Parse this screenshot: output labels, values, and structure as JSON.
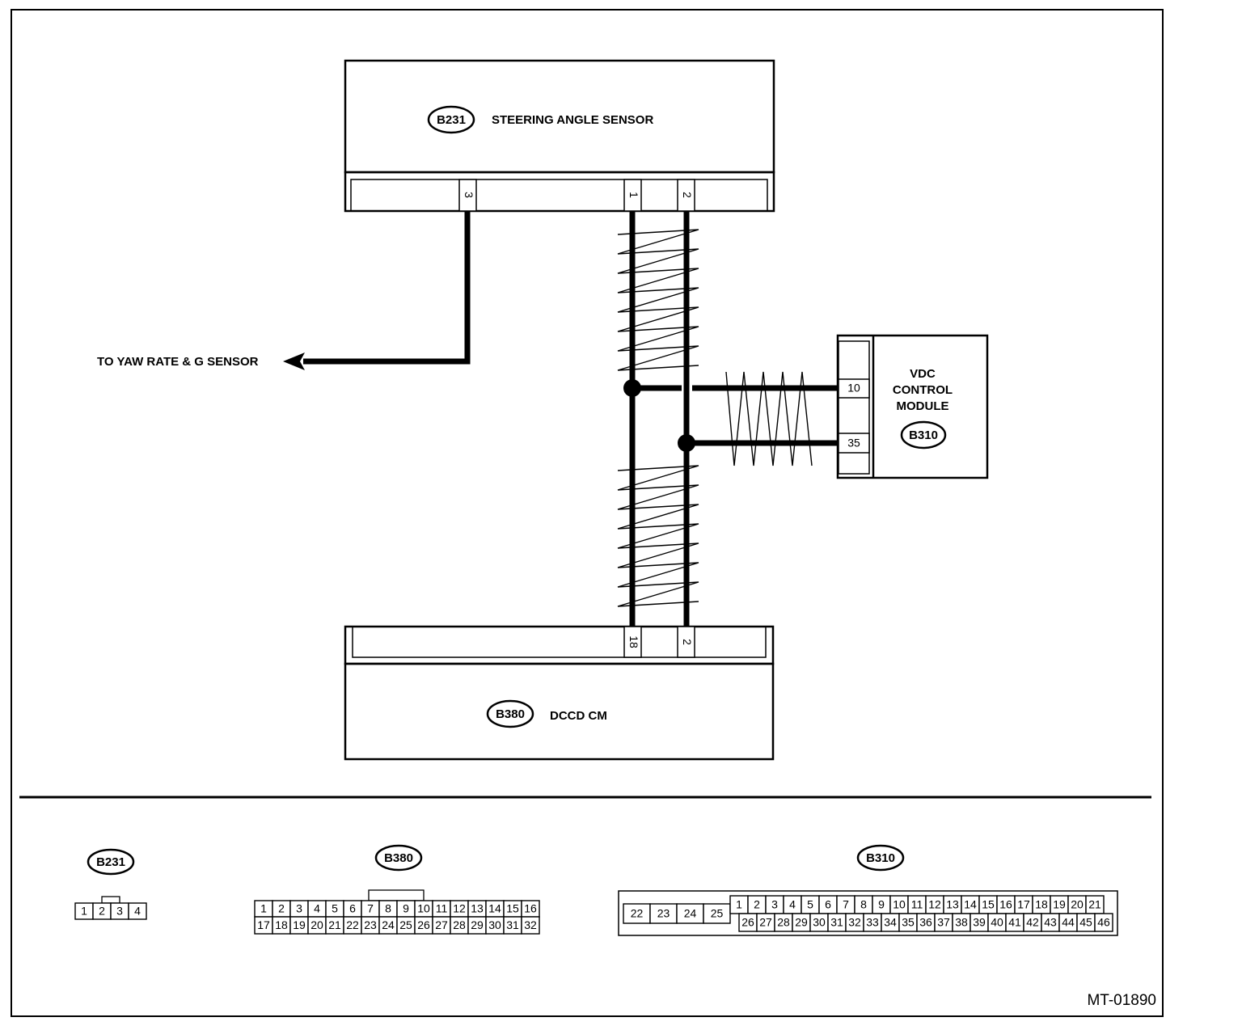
{
  "components": {
    "steering_sensor": {
      "code": "B231",
      "name": "STEERING ANGLE SENSOR",
      "pins": [
        "3",
        "1",
        "2"
      ]
    },
    "dccd": {
      "code": "B380",
      "name": "DCCD CM",
      "pins": [
        "18",
        "2"
      ]
    },
    "vdc": {
      "code": "B310",
      "name_lines": [
        "VDC",
        "CONTROL",
        "MODULE"
      ],
      "pins": [
        "10",
        "35"
      ]
    }
  },
  "arrow_label": "TO YAW RATE & G SENSOR",
  "connectors": {
    "b231": {
      "code": "B231",
      "pins": [
        "1",
        "2",
        "3",
        "4"
      ]
    },
    "b380": {
      "code": "B380",
      "row1": [
        "1",
        "2",
        "3",
        "4",
        "5",
        "6",
        "7",
        "8",
        "9",
        "10",
        "11",
        "12",
        "13",
        "14",
        "15",
        "16"
      ],
      "row2": [
        "17",
        "18",
        "19",
        "20",
        "21",
        "22",
        "23",
        "24",
        "25",
        "26",
        "27",
        "28",
        "29",
        "30",
        "31",
        "32"
      ]
    },
    "b310": {
      "code": "B310",
      "side": [
        "22",
        "23",
        "24",
        "25"
      ],
      "row1": [
        "1",
        "2",
        "3",
        "4",
        "5",
        "6",
        "7",
        "8",
        "9",
        "10",
        "11",
        "12",
        "13",
        "14",
        "15",
        "16",
        "17",
        "18",
        "19",
        "20",
        "21"
      ],
      "row2": [
        "26",
        "27",
        "28",
        "29",
        "30",
        "31",
        "32",
        "33",
        "34",
        "35",
        "36",
        "37",
        "38",
        "39",
        "40",
        "41",
        "42",
        "43",
        "44",
        "45",
        "46"
      ]
    }
  },
  "figure_id": "MT-01890"
}
